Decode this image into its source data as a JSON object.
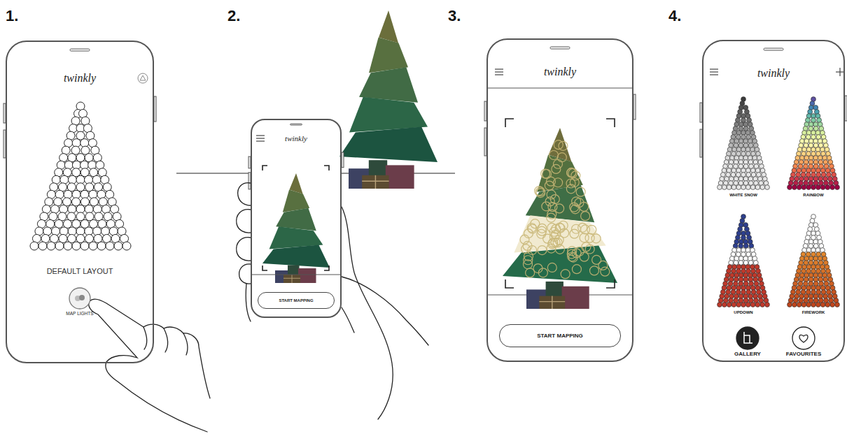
{
  "diagram": {
    "nodes": [
      {
        "text": [
          "twinkly",
          "DEFAULT LAYOUT"
        ]
      },
      {
        "text": [
          "MAP LIGHTS"
        ],
        "in": 0
      },
      {
        "text": [
          "twinkly"
        ]
      },
      {
        "text": [
          "START MAPPING"
        ],
        "in": 2
      },
      {
        "text": [
          "twinkly"
        ]
      },
      {
        "text": [
          "START MAPPING"
        ],
        "in": 4
      },
      {
        "text": [
          "twinkly"
        ]
      },
      {
        "text": [
          "GALLERY"
        ],
        "in": 6
      },
      {
        "text": [
          "FAVOURITES"
        ],
        "in": 6
      }
    ],
    "labels": [
      "1.",
      "2.",
      "3.",
      "4.",
      "WHITE SNOW",
      "RAINBOW",
      "UPDOWN",
      "FIREWORK"
    ]
  }
}
